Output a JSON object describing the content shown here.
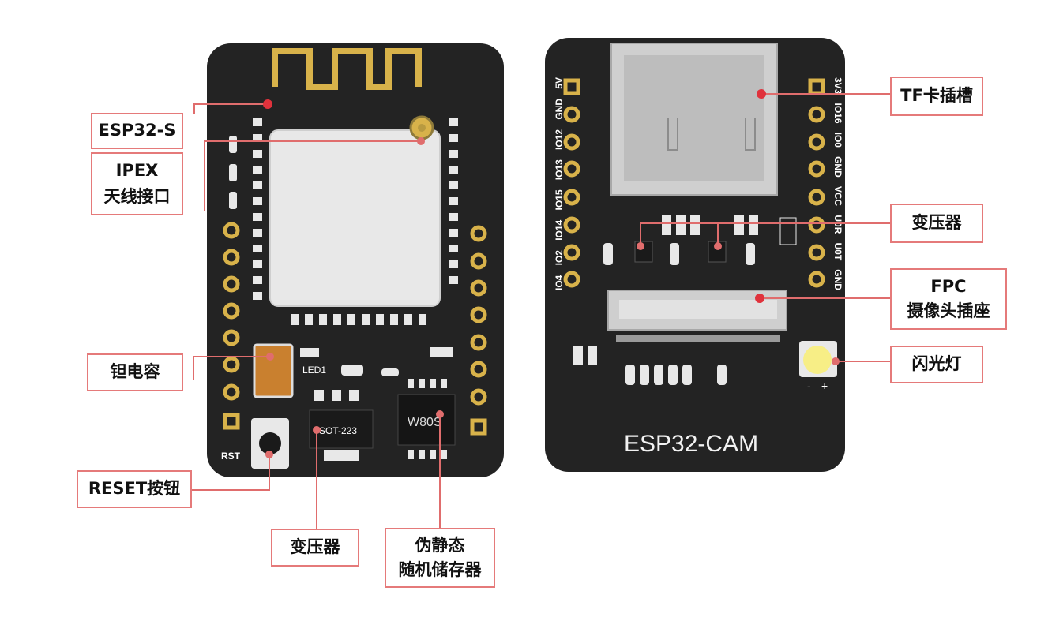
{
  "board_front": {
    "silk_led": "LED1",
    "silk_rst": "RST",
    "chip_regulator": "SOT-223",
    "chip_psram": "W80S"
  },
  "board_back": {
    "title": "ESP32-CAM",
    "left_pins": [
      "IO4",
      "IO2",
      "IO14",
      "IO15",
      "IO13",
      "IO12",
      "GND",
      "5V"
    ],
    "right_pins": [
      "3V3",
      "IO16",
      "IO0",
      "GND",
      "VCC",
      "U0R",
      "U0T",
      "GND"
    ],
    "flash_minus": "-",
    "flash_plus": "+"
  },
  "labels": {
    "esp32s": "ESP32-S",
    "ipex_1": "IPEX",
    "ipex_2": "天线接口",
    "tantalum": "钽电容",
    "reset": "RESET按钮",
    "regulator_front": "变压器",
    "psram_1": "伪静态",
    "psram_2": "随机储存器",
    "tf": "TF卡插槽",
    "regulator_back": "变压器",
    "fpc_1": "FPC",
    "fpc_2": "摄像头插座",
    "flash": "闪光灯"
  },
  "colors": {
    "pcb": "#232323",
    "gold": "#d8b24a",
    "callout": "#e57a7a",
    "dot": "#e0323c"
  }
}
